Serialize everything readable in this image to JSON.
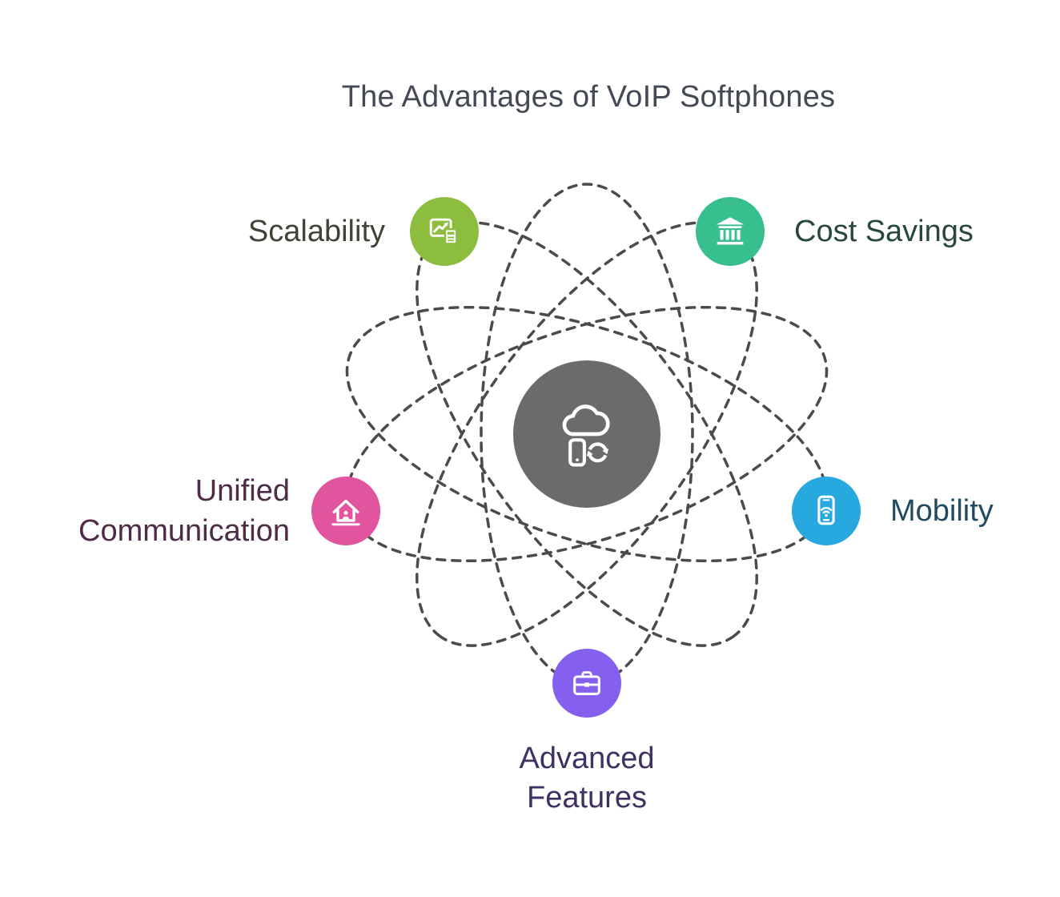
{
  "title": {
    "text": "The Advantages of VoIP Softphones",
    "color": "#434a56"
  },
  "orbits": {
    "color": "#4b4b4b"
  },
  "center": {
    "color": "#6c6b6c",
    "icon": "cloud-device-sync-icon",
    "icon_color": "#ffffff"
  },
  "nodes": [
    {
      "id": "scalability",
      "label": "Scalability",
      "color": "#8cbd3e",
      "label_color": "#3f4437",
      "icon": "growth-chart-calculator-icon"
    },
    {
      "id": "cost-savings",
      "label": "Cost Savings",
      "color": "#38bf8e",
      "label_color": "#29473e",
      "icon": "bank-icon"
    },
    {
      "id": "unified-communication",
      "label": "Unified Communication",
      "color": "#e0559d",
      "label_color": "#4e2b47",
      "icon": "home-icon"
    },
    {
      "id": "mobility",
      "label": "Mobility",
      "color": "#27a9e0",
      "label_color": "#1f4a5f",
      "icon": "mobile-wifi-icon"
    },
    {
      "id": "advanced-features",
      "label": "Advanced Features",
      "color": "#8560ee",
      "label_color": "#3f3163",
      "icon": "briefcase-icon"
    }
  ]
}
